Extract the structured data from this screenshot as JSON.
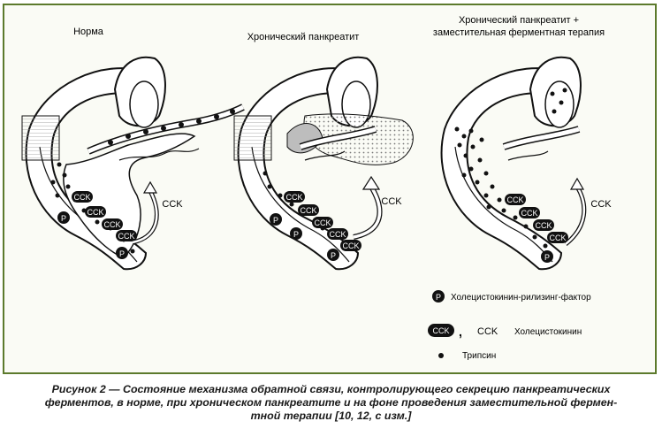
{
  "panels": [
    {
      "title": "Норма"
    },
    {
      "title": "Хронический панкреатит"
    },
    {
      "title": "Хронический панкреатит +",
      "title_line2": "заместительная ферментная терапия"
    }
  ],
  "labels": {
    "ccm_arrow": "CCK",
    "ccm_box": "CCK",
    "p_symbol": "P"
  },
  "legend": {
    "p_label": "Холецистокинин-рилизинг-фактор",
    "cck_box": "CCK",
    "cck_comma": ",",
    "cck_plain": "CCK",
    "cck_label": "Холецистокинин",
    "trypsin_label": "Трипсин"
  },
  "caption": {
    "line1": "Рисунок 2 — Состояние механизма обратной связи, контролирующего секрецию панкреатических",
    "line2": "ферментов, в норме, при хроническом панкреатите и на фоне проведения заместительной фермен-",
    "line3": "тной терапии [10, 12, с изм.]"
  },
  "colors": {
    "border": "#5c7a2c",
    "ink": "#111111",
    "panel_bg": "#fafbf5"
  }
}
